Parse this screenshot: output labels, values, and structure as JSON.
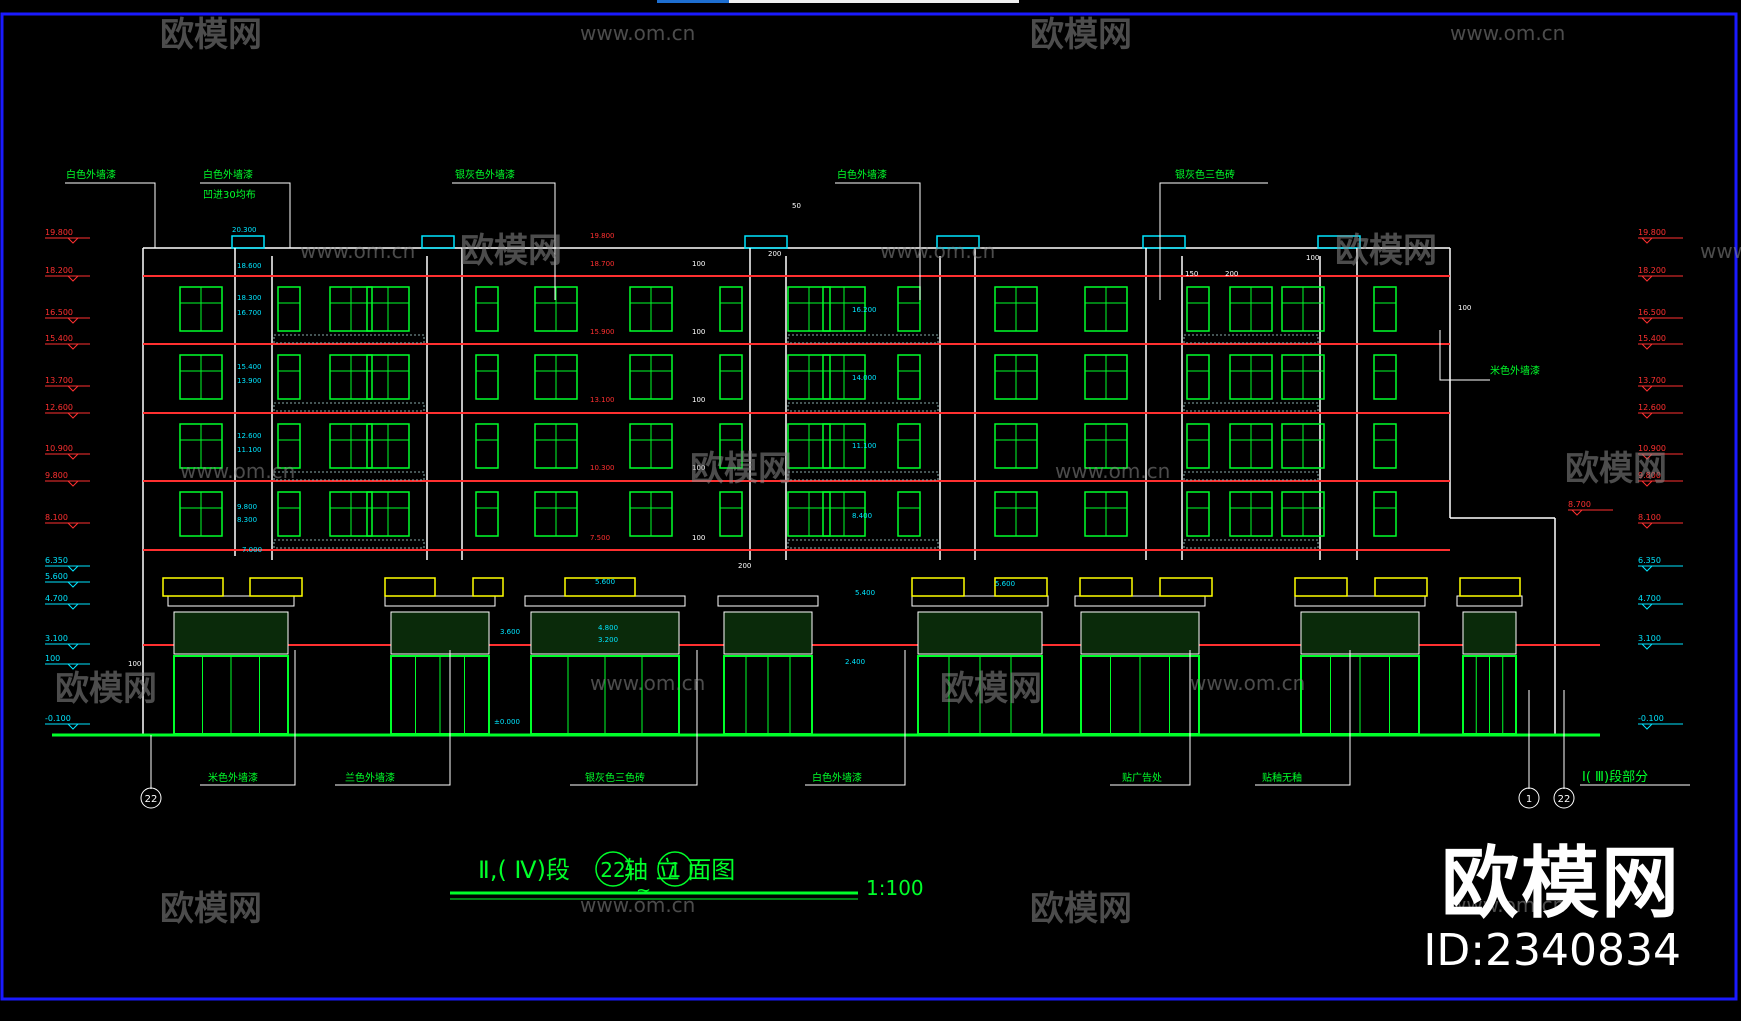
{
  "drawing": {
    "title_prefix": "Ⅱ,( Ⅳ)段",
    "axis_a": "22",
    "axis_b": "1",
    "title_suffix": "轴 立 面图",
    "title_tilde": "~",
    "scale": "1:100"
  },
  "watermark": {
    "brand": "欧模网",
    "url": "www.om.cn"
  },
  "brand_block": {
    "name": "欧模网",
    "id": "ID:2340834"
  },
  "top_notes": [
    "白色外墙漆",
    "白色外墙漆",
    "凹进30均布",
    "银灰色外墙漆",
    "白色外墙漆",
    "银灰色三色砖"
  ],
  "right_note": "米色外墙漆",
  "bottom_notes": [
    "米色外墙漆",
    "兰色外墙漆",
    "银灰色三色砖",
    "白色外墙漆",
    "贴广告处",
    "贴釉无釉"
  ],
  "part_note": "Ⅰ( Ⅲ)段部分",
  "axis_bubbles": [
    "22",
    "1",
    "22"
  ],
  "left_elevations": [
    "19.800",
    "18.200",
    "16.500",
    "15.400",
    "13.700",
    "12.600",
    "10.900",
    "9.800",
    "8.100",
    "6.350",
    "5.600",
    "4.700",
    "3.100",
    "100",
    "-0.100"
  ],
  "right_elevations": [
    "19.800",
    "18.200",
    "16.500",
    "15.400",
    "13.700",
    "12.600",
    "10.900",
    "9.800",
    "8.100",
    "8.700",
    "6.350",
    "4.700",
    "3.100",
    "-0.100"
  ],
  "inner_labels": [
    "20.300",
    "18.600",
    "18.300",
    "16.700",
    "15.400",
    "13.900",
    "12.600",
    "11.100",
    "9.800",
    "8.300",
    "7.000",
    "19.800",
    "18.700",
    "15.900",
    "13.100",
    "10.300",
    "7.500",
    "16.200",
    "14.000",
    "11.100",
    "8.400",
    "5.600",
    "5.400",
    "5.600",
    "3.600",
    "4.800",
    "3.200",
    "2.400",
    "±0.000",
    "100",
    "50",
    "150",
    "200",
    "200",
    "100",
    "200",
    "100",
    "100",
    "100",
    "100",
    "100",
    "100"
  ],
  "colors": {
    "background": "#000000",
    "frame": "#1a1aff",
    "structure": "#ffffff",
    "window": "#00ff2a",
    "level": "#ff3030",
    "accent": "#00e5ff",
    "awning": "#ffff00",
    "watermark": "#8a8a8a"
  }
}
